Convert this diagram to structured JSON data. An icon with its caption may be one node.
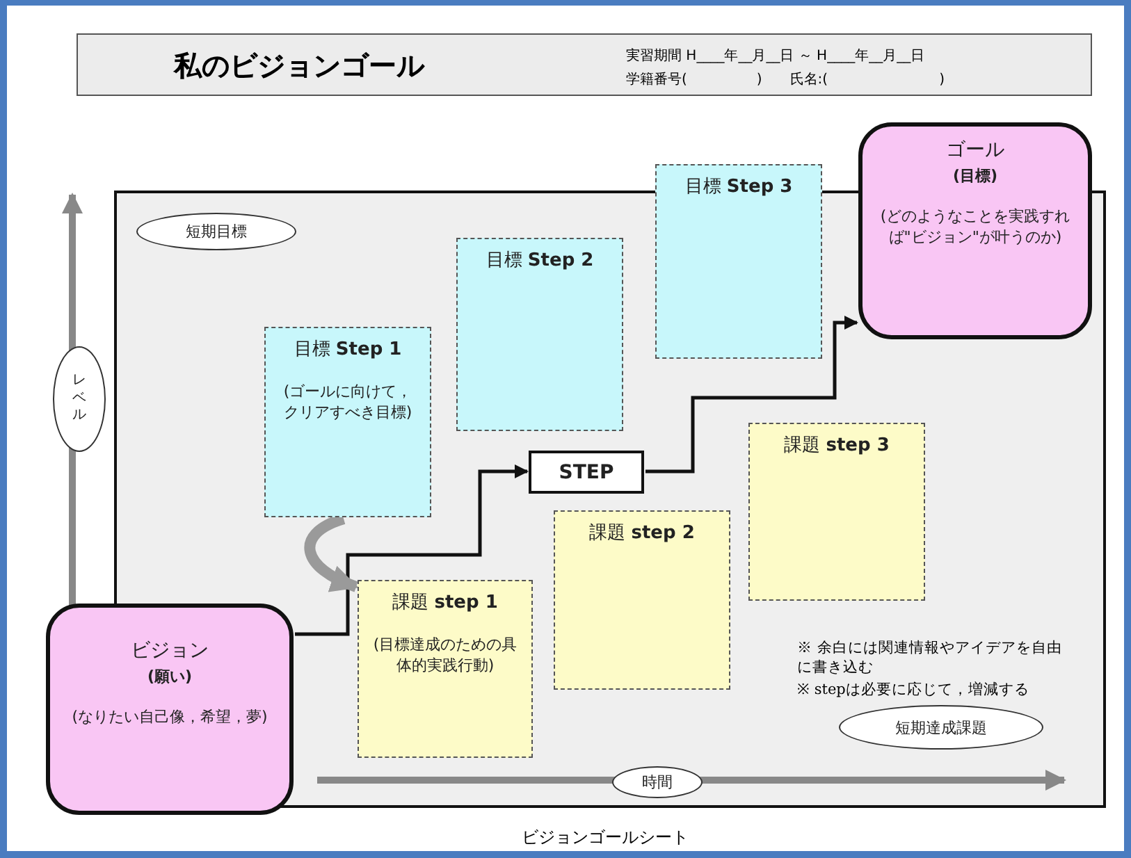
{
  "diagram": {
    "title": "私のビジョンゴール",
    "caption": "ビジョンゴールシート",
    "nodes": [
      {
        "text": [
          "ビジョン",
          "(願い)",
          "(なりたい自己像，希望，夢)"
        ]
      },
      {
        "text": [
          "ゴール",
          "(目標)",
          "(どのようなことを実践すれば\"ビジョン\"が叶うのか)"
        ]
      },
      {
        "text": [
          "目標 **Step 1**",
          "(ゴールに向けて，クリアすべき目標)"
        ]
      },
      {
        "text": [
          "目標 **Step 2**"
        ]
      },
      {
        "text": [
          "目標 **Step 3**"
        ]
      },
      {
        "text": [
          "課題 **step 1**",
          "(目標達成のための具体的実践行動)"
        ]
      },
      {
        "text": [
          "課題 **step 2**"
        ]
      },
      {
        "text": [
          "課題 **step 3**"
        ]
      },
      {
        "text": [
          "STEP"
        ]
      },
      {
        "text": [
          "短期目標"
        ]
      },
      {
        "text": [
          "短期達成課題"
        ]
      },
      {
        "text": [
          "レベル"
        ]
      },
      {
        "text": [
          "時間"
        ]
      }
    ],
    "edges": [
      {
        "from": 0,
        "to": 8,
        "arrow": "to"
      },
      {
        "from": 8,
        "to": 1,
        "arrow": "to"
      },
      {
        "from": 2,
        "to": 5,
        "arrow": "to",
        "style": "thick",
        "color": "#9a9a9a"
      }
    ],
    "labels": [
      "実習期間 H____年__月__日 ～ H____年__月__日",
      "学籍番号(　　　　　)　　氏名:(　　　　　　　　)",
      "※ 余白には関連情報やアイデアを自由に書き込む",
      "※ stepは必要に応じて，増減する"
    ]
  }
}
